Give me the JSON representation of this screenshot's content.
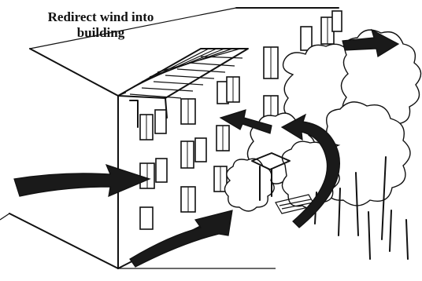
{
  "figure": {
    "caption_line1": "Redirect wind into",
    "caption_line2": "building"
  },
  "colors": {
    "ink": "#111111",
    "arrow_fill": "#1a1a1a",
    "background": "#ffffff"
  },
  "icons": [
    "building",
    "pergola",
    "window",
    "tree",
    "wind-arrow"
  ]
}
